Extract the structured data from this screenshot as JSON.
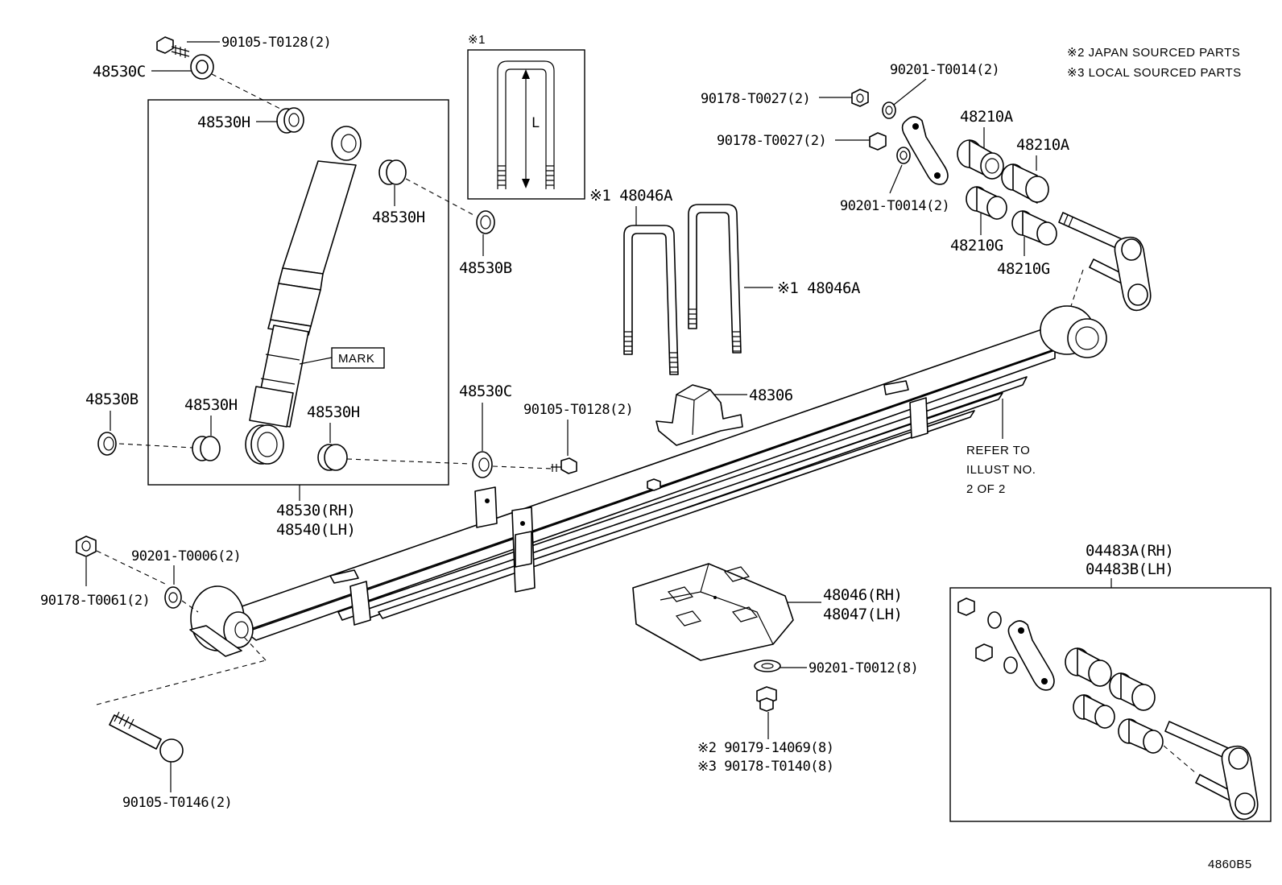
{
  "notes": {
    "japan": "※2 JAPAN SOURCED PARTS",
    "local": "※3 LOCAL SOURCED PARTS",
    "ref1": "REFER TO",
    "ref2": "ILLUST NO.",
    "ref3": "2 OF 2",
    "mark": "MARK",
    "inset_mark": "※1",
    "inset_dim": "L",
    "code": "4860B5"
  },
  "labels": {
    "bolt_top": "90105-T0128(2)",
    "washer_top": "48530C",
    "bush_h1": "48530H",
    "bush_h2": "48530H",
    "washer_b1": "48530B",
    "washer_b2": "48530B",
    "bush_h3": "48530H",
    "bush_h4": "48530H",
    "washer_c2": "48530C",
    "bolt_mid": "90105-T0128(2)",
    "shock_rh": "48530(RH)",
    "shock_lh": "48540(LH)",
    "ubolt_1": "※1 48046A",
    "ubolt_2": "※1 48046A",
    "bumper": "48306",
    "seat_rh": "48046(RH)",
    "seat_lh": "48047(LH)",
    "washer_seat": "90201-T0012(8)",
    "nut_j": "※2 90179-14069(8)",
    "nut_l": "※3 90178-T0140(8)",
    "shackle_w1": "90201-T0014(2)",
    "shackle_n1": "90178-T0027(2)",
    "shackle_n2": "90178-T0027(2)",
    "shackle_w2": "90201-T0014(2)",
    "bush_a1": "48210A",
    "bush_a2": "48210A",
    "bush_g1": "48210G",
    "bush_g2": "48210G",
    "front_nut": "90178-T0061(2)",
    "front_washer": "90201-T0006(2)",
    "front_bolt": "90105-T0146(2)",
    "kit_rh": "04483A(RH)",
    "kit_lh": "04483B(LH)"
  },
  "colors": {
    "ink": "#000000",
    "paper": "#ffffff"
  }
}
